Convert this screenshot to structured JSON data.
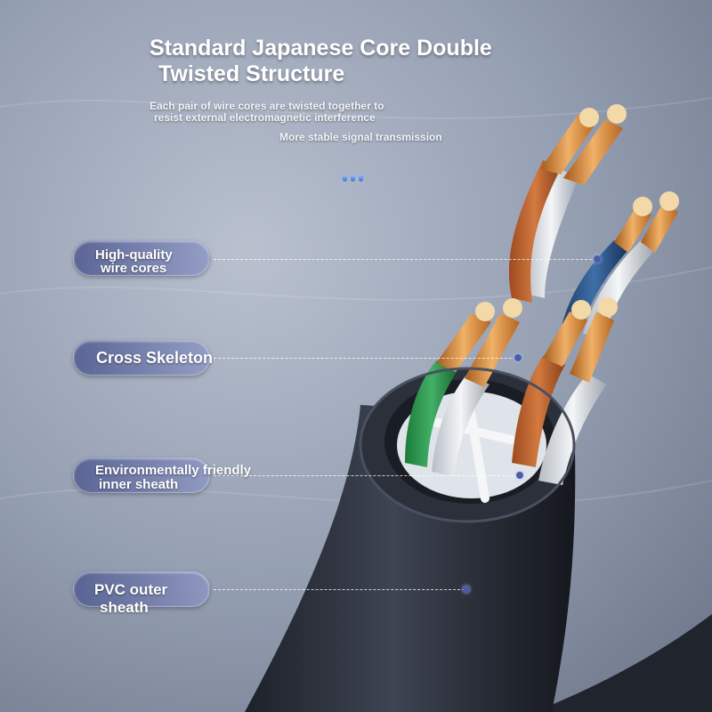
{
  "header": {
    "title_line1": "Standard Japanese Core Double",
    "title_line2": "Twisted Structure",
    "subtitle_line1": "Each pair of wire cores are twisted together to",
    "subtitle_line2": "resist external electromagnetic interference",
    "subtitle_line3": "More stable signal transmission"
  },
  "callouts": {
    "wire_cores": {
      "line1": "High-quality",
      "line2": "wire cores"
    },
    "cross_skeleton": {
      "line1": "Cross Skeleton"
    },
    "inner_sheath": {
      "line1": "Environmentally friendly",
      "line2": "inner sheath"
    },
    "outer_sheath": {
      "line1": "PVC outer",
      "line2": "sheath"
    }
  },
  "colors": {
    "background": "#8f99ac",
    "jacket": "#2c313d",
    "copper": "#d98a3a",
    "pill": "#6f78ad",
    "accent_dot": "#4a5ea8"
  },
  "icons": [
    "cable-illustration",
    "pagination-dots"
  ]
}
